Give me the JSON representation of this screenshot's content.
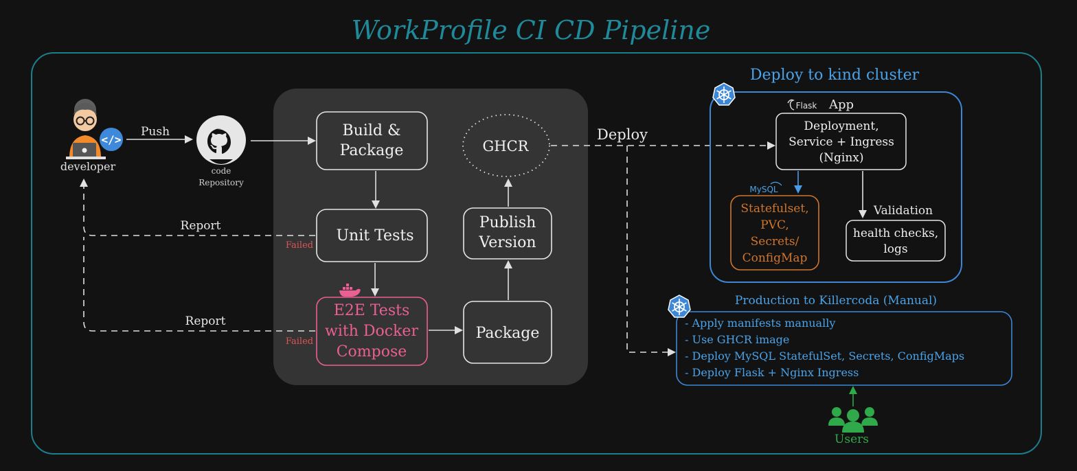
{
  "title": "WorkProfile CI CD Pipeline",
  "actors": {
    "developer": "developer",
    "repo_line1": "code",
    "repo_line2": "Repository",
    "users": "Users"
  },
  "edges": {
    "push": "Push",
    "deploy": "Deploy",
    "report_unit": "Report",
    "report_e2e": "Report",
    "failed_unit": "Failed",
    "failed_e2e": "Failed"
  },
  "pipeline": {
    "build_line1": "Build &",
    "build_line2": "Package",
    "unit_tests": "Unit Tests",
    "e2e_line1": "E2E Tests",
    "e2e_line2": "with Docker",
    "e2e_line3": "Compose",
    "package": "Package",
    "publish_line1": "Publish",
    "publish_line2": "Version",
    "ghcr": "GHCR"
  },
  "kind_cluster": {
    "title": "Deploy to kind cluster",
    "flask_label": "Flask",
    "app_label": "App",
    "deploy_line1": "Deployment,",
    "deploy_line2": "Service + Ingress",
    "deploy_line3": "(Nginx)",
    "mysql_label": "MySQL",
    "stateful_line1": "Statefulset,",
    "stateful_line2": "PVC,",
    "stateful_line3": "Secrets/",
    "stateful_line4": "ConfigMap",
    "validation_label": "Validation",
    "health_line1": "health checks,",
    "health_line2": "logs"
  },
  "production": {
    "title": "Production to Killercoda (Manual)",
    "steps": [
      "- Apply manifests manually",
      "- Use GHCR image",
      "- Deploy MySQL StatefulSet, Secrets, ConfigMaps",
      "- Deploy Flask + Nginx Ingress"
    ]
  },
  "colors": {
    "background": "#121212",
    "title_teal": "#1f8a9a",
    "frame_teal": "#1b7f8c",
    "k8s_blue": "#3c87d6",
    "text_blue": "#4aa3e8",
    "e2e_pink": "#ec5f93",
    "failed_red": "#e05555",
    "mysql_orange": "#d0762c",
    "users_green": "#2fa94a",
    "panel_gray": "#343434"
  },
  "icons": {
    "developer": "developer-avatar-icon",
    "repo": "github-icon",
    "docker": "docker-icon",
    "kubernetes": "kubernetes-icon",
    "flask": "flask-icon",
    "users": "users-group-icon"
  }
}
